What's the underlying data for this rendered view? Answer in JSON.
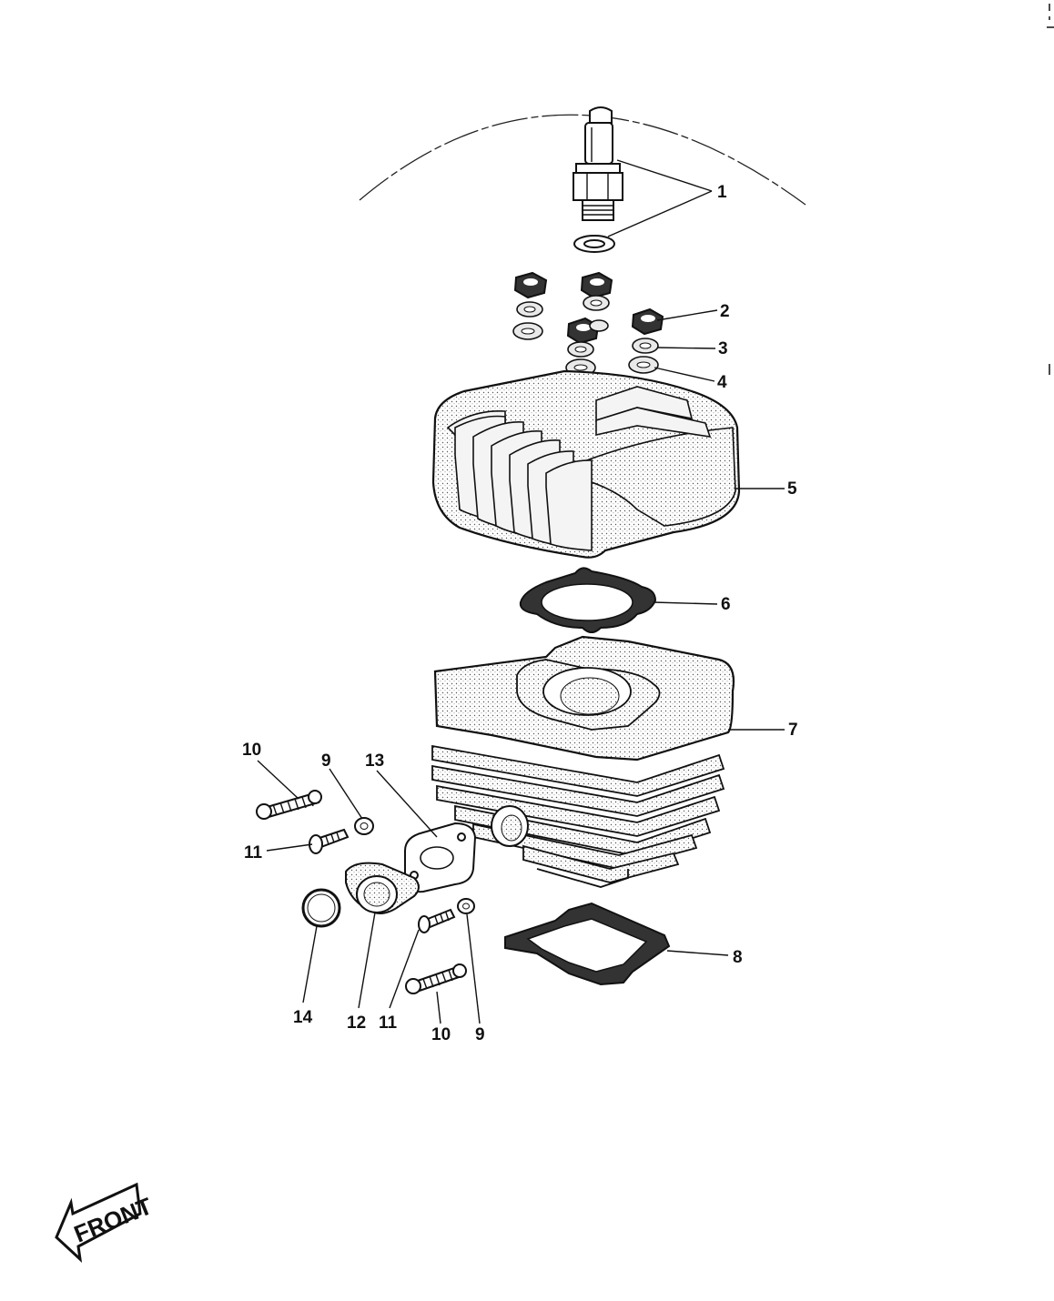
{
  "callouts": [
    {
      "id": "1",
      "label": "1"
    },
    {
      "id": "2",
      "label": "2"
    },
    {
      "id": "3",
      "label": "3"
    },
    {
      "id": "4",
      "label": "4"
    },
    {
      "id": "5",
      "label": "5"
    },
    {
      "id": "6",
      "label": "6"
    },
    {
      "id": "7",
      "label": "7"
    },
    {
      "id": "8",
      "label": "8"
    },
    {
      "id": "9a",
      "label": "9"
    },
    {
      "id": "9b",
      "label": "9"
    },
    {
      "id": "10a",
      "label": "10"
    },
    {
      "id": "10b",
      "label": "10"
    },
    {
      "id": "11a",
      "label": "11"
    },
    {
      "id": "11b",
      "label": "11"
    },
    {
      "id": "12",
      "label": "12"
    },
    {
      "id": "13",
      "label": "13"
    },
    {
      "id": "14",
      "label": "14"
    }
  ],
  "front_arrow": {
    "label": "FRONT"
  }
}
